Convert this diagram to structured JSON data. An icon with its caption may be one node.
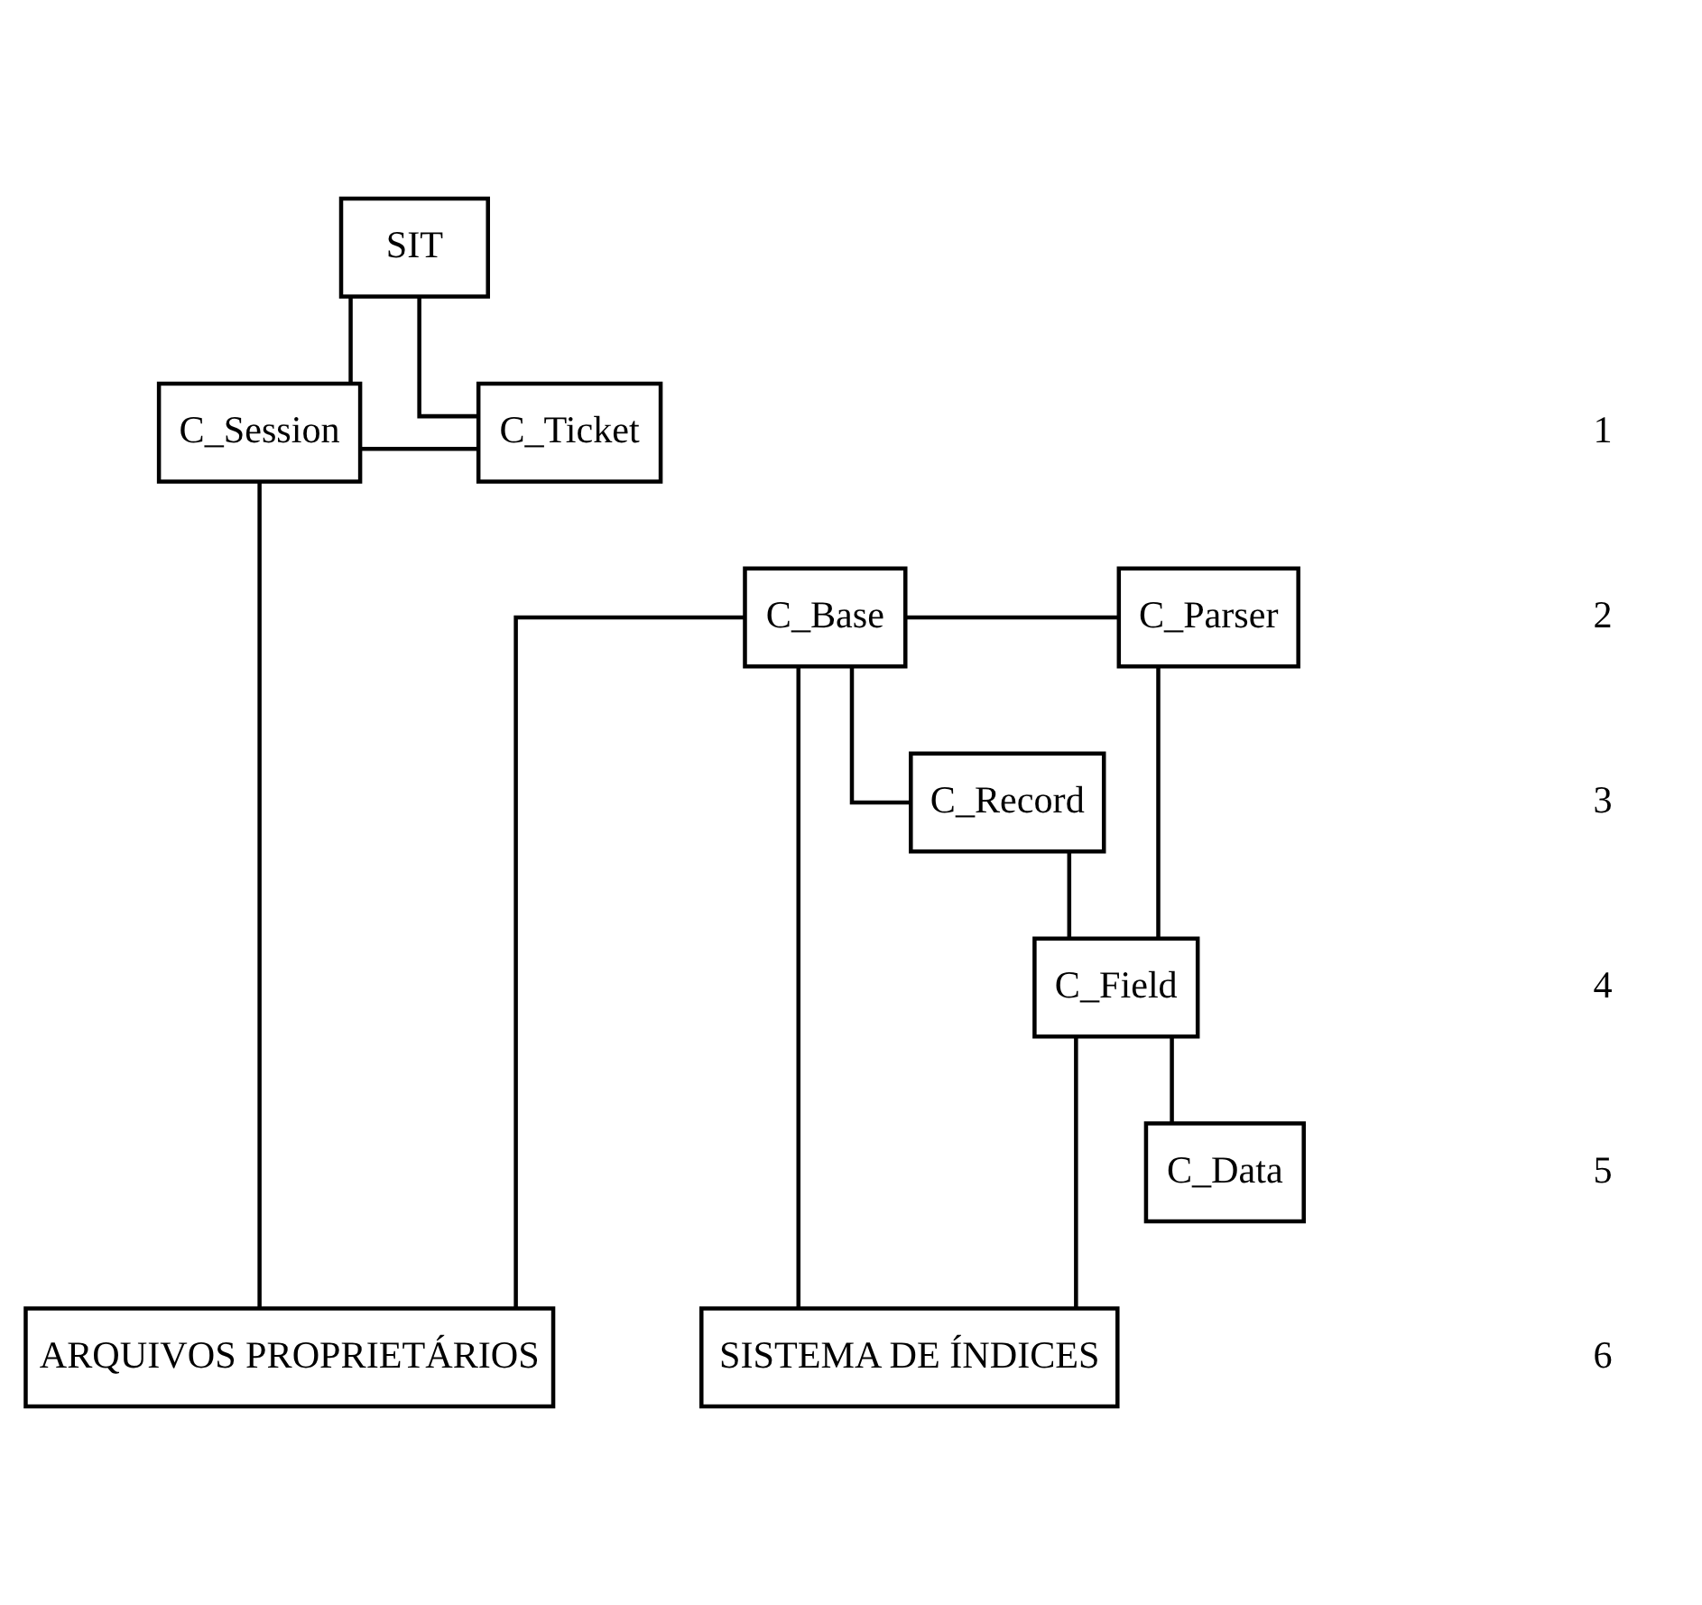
{
  "diagram": {
    "nodes": [
      {
        "text": [
          "SIT"
        ]
      },
      {
        "text": [
          "C_Session"
        ]
      },
      {
        "text": [
          "C_Ticket"
        ]
      },
      {
        "text": [
          "C_Base"
        ]
      },
      {
        "text": [
          "C_Parser"
        ]
      },
      {
        "text": [
          "C_Record"
        ]
      },
      {
        "text": [
          "C_Field"
        ]
      },
      {
        "text": [
          "C_Data"
        ]
      },
      {
        "text": [
          "ARQUIVOS PROPRIETÁRIOS"
        ]
      },
      {
        "text": [
          "SISTEMA DE ÍNDICES"
        ]
      }
    ],
    "edges": [
      {
        "from": 0,
        "to": 1,
        "arrow": "none"
      },
      {
        "from": 0,
        "to": 2,
        "arrow": "none"
      },
      {
        "from": 1,
        "to": 2,
        "arrow": "none"
      },
      {
        "from": 1,
        "to": 8,
        "arrow": "none"
      },
      {
        "from": 3,
        "to": 4,
        "arrow": "none"
      },
      {
        "from": 3,
        "to": 5,
        "arrow": "none"
      },
      {
        "from": 3,
        "to": 8,
        "arrow": "none"
      },
      {
        "from": 3,
        "to": 9,
        "arrow": "none"
      },
      {
        "from": 5,
        "to": 6,
        "arrow": "none"
      },
      {
        "from": 6,
        "to": 7,
        "arrow": "none"
      },
      {
        "from": 4,
        "to": 6,
        "arrow": "none"
      },
      {
        "from": 6,
        "to": 9,
        "arrow": "none"
      }
    ],
    "labels": [
      "1",
      "2",
      "3",
      "4",
      "5",
      "6"
    ]
  }
}
